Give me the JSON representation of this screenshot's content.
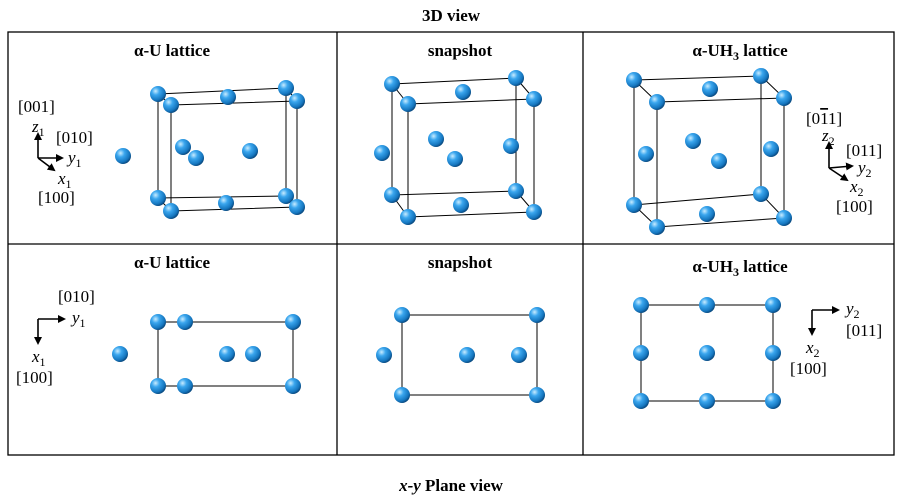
{
  "titles": {
    "top": "3D  view",
    "bottom_var": "x-y",
    "bottom_rest": " Plane view"
  },
  "cells": {
    "alpha_u": "α-U lattice",
    "snapshot": "snapshot",
    "alpha_uh3_prefix": "α-UH",
    "alpha_uh3_sub": "3",
    "alpha_uh3_suffix": " lattice"
  },
  "axes_3d_left": {
    "z_dir": "[001]",
    "y_dir": "[010]",
    "x_dir": "[100]",
    "z": "z",
    "y": "y",
    "x": "x",
    "sub": "1"
  },
  "axes_3d_right": {
    "z_dir_open": "[0",
    "z_dir_bar": "1",
    "z_dir_close": "1]",
    "y_dir": "[011]",
    "x_dir": "[100]",
    "z": "z",
    "y": "y",
    "x": "x",
    "sub": "2"
  },
  "axes_plane_left": {
    "y_dir": "[010]",
    "x_dir": "[100]",
    "y": "y",
    "x": "x",
    "sub": "1"
  },
  "axes_plane_right": {
    "y_dir": "[011]",
    "x_dir": "[100]",
    "y": "y",
    "x": "x",
    "sub": "2"
  },
  "colors": {
    "atom": "#1e8fdc",
    "atom_dark": "#0a4f86",
    "atom_light": "#bfe6ff",
    "line": "#000000"
  }
}
